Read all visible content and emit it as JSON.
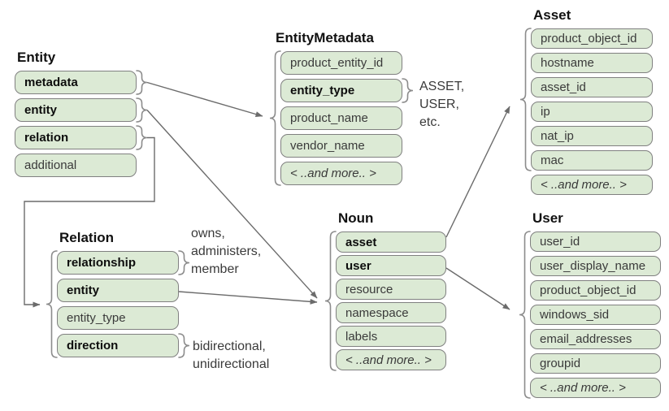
{
  "colors": {
    "field_fill": "#dcead5",
    "field_border": "#808080",
    "connector": "#6b6b6b",
    "brace": "#8c8c8c",
    "background": "#ffffff"
  },
  "tables": {
    "entity": {
      "title": "Entity",
      "fields": [
        {
          "label": "metadata"
        },
        {
          "label": "entity"
        },
        {
          "label": "relation"
        },
        {
          "label": "additional"
        }
      ]
    },
    "entity_metadata": {
      "title": "EntityMetadata",
      "fields": [
        {
          "label": "product_entity_id"
        },
        {
          "label": "entity_type"
        },
        {
          "label": "product_name"
        },
        {
          "label": "vendor_name"
        },
        {
          "label": "< ..and more.. >"
        }
      ]
    },
    "asset": {
      "title": "Asset",
      "fields": [
        {
          "label": "product_object_id"
        },
        {
          "label": "hostname"
        },
        {
          "label": "asset_id"
        },
        {
          "label": "ip"
        },
        {
          "label": "nat_ip"
        },
        {
          "label": "mac"
        },
        {
          "label": "< ..and more.. >"
        }
      ]
    },
    "relation": {
      "title": "Relation",
      "fields": [
        {
          "label": "relationship"
        },
        {
          "label": "entity"
        },
        {
          "label": "entity_type"
        },
        {
          "label": "direction"
        }
      ]
    },
    "noun": {
      "title": "Noun",
      "fields": [
        {
          "label": "asset"
        },
        {
          "label": "user"
        },
        {
          "label": "resource"
        },
        {
          "label": "namespace"
        },
        {
          "label": "labels"
        },
        {
          "label": "< ..and more.. >"
        }
      ]
    },
    "user": {
      "title": "User",
      "fields": [
        {
          "label": "user_id"
        },
        {
          "label": "user_display_name"
        },
        {
          "label": "product_object_id"
        },
        {
          "label": "windows_sid"
        },
        {
          "label": "email_addresses"
        },
        {
          "label": "groupid"
        },
        {
          "label": "< ..and more.. >"
        }
      ]
    }
  },
  "annotations": {
    "entity_type_values": {
      "lines": [
        "ASSET,",
        "USER,",
        "etc."
      ]
    },
    "relationship_values": {
      "lines": [
        "owns,",
        "administers,",
        "member"
      ]
    },
    "direction_values": {
      "lines": [
        "bidirectional,",
        "unidirectional"
      ]
    }
  }
}
